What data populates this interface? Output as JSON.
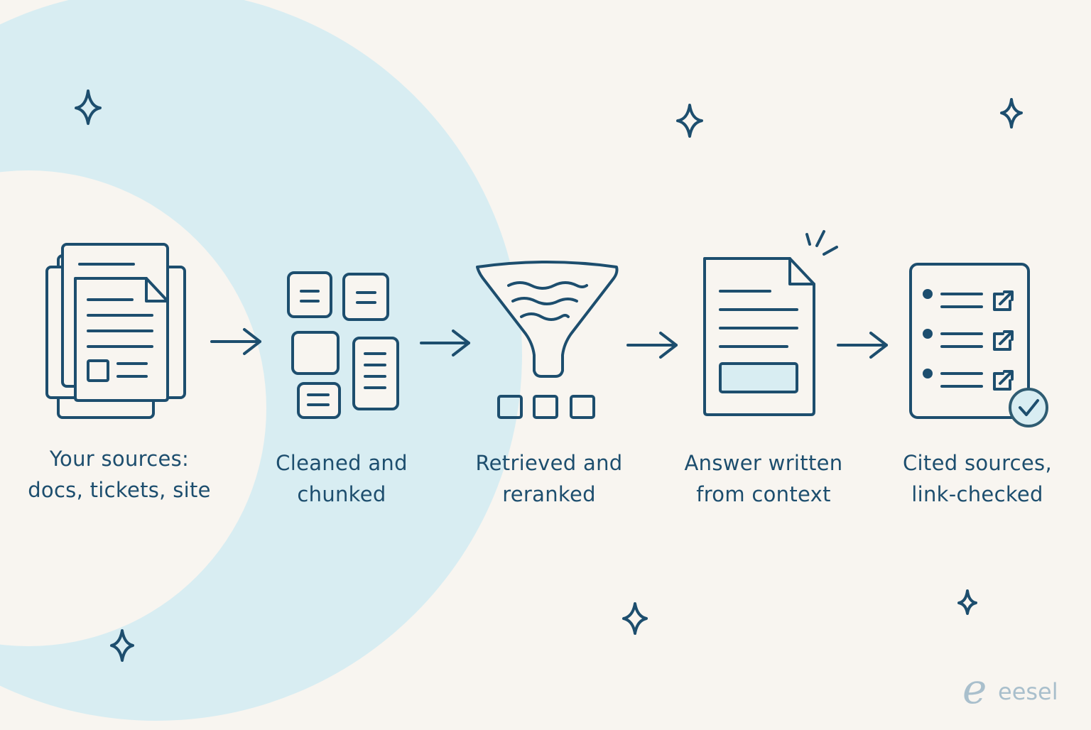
{
  "steps": [
    {
      "line1": "Your sources:",
      "line2": "docs, tickets, site",
      "icon": "stacked-documents-icon"
    },
    {
      "line1": "Cleaned and",
      "line2": "chunked",
      "icon": "chunks-grid-icon"
    },
    {
      "line1": "Retrieved and",
      "line2": "reranked",
      "icon": "funnel-icon"
    },
    {
      "line1": "Answer written",
      "line2": "from context",
      "icon": "answer-document-icon"
    },
    {
      "line1": "Cited sources,",
      "line2": "link-checked",
      "icon": "cited-list-icon"
    }
  ],
  "brand": {
    "mark": "e",
    "name": "eesel"
  },
  "colors": {
    "background": "#f8f5f0",
    "circle": "#d8edf2",
    "ink": "#1d4e6e",
    "logo": "#a9bfcc"
  }
}
